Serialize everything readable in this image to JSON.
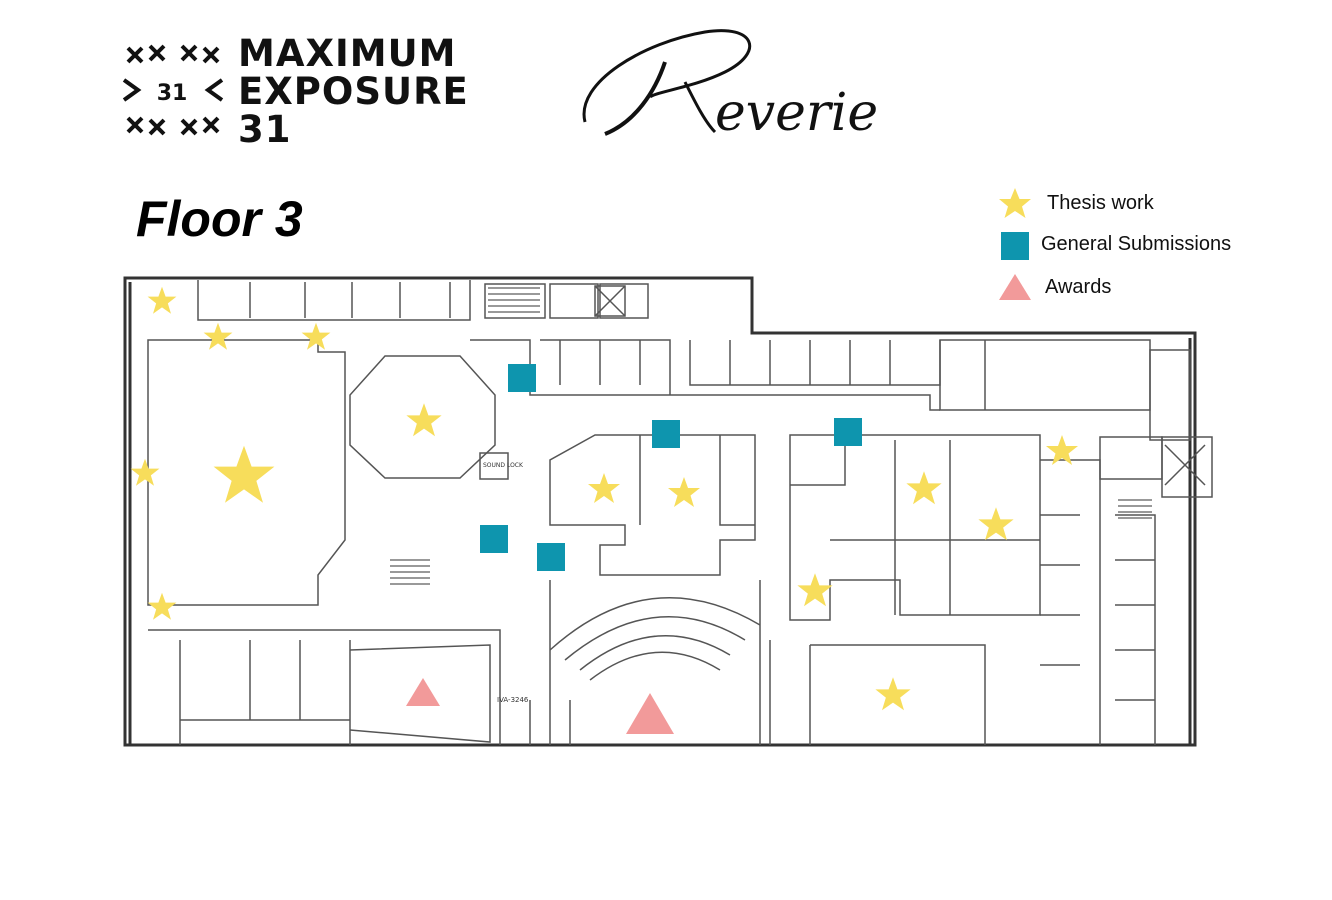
{
  "header": {
    "brand_lines": [
      "MAXIMUM",
      "EXPOSURE",
      "31"
    ],
    "brand_mark_number": "31",
    "script_title": "Reverie"
  },
  "floor_title": "Floor 3",
  "legend": {
    "items": [
      {
        "label": "Thesis work",
        "symbol": "star",
        "color": "#f7dd5b"
      },
      {
        "label": "General Submissions",
        "symbol": "square",
        "color": "#0e95ae"
      },
      {
        "label": "Awards",
        "symbol": "triangle",
        "color": "#f29a9a"
      }
    ]
  },
  "map": {
    "room_labels": [
      "SOUND LOCK",
      "IVA-3246"
    ]
  },
  "colors": {
    "thesis": "#f7dd5b",
    "general": "#0e95ae",
    "awards": "#f29a9a",
    "walls": "#333333"
  }
}
